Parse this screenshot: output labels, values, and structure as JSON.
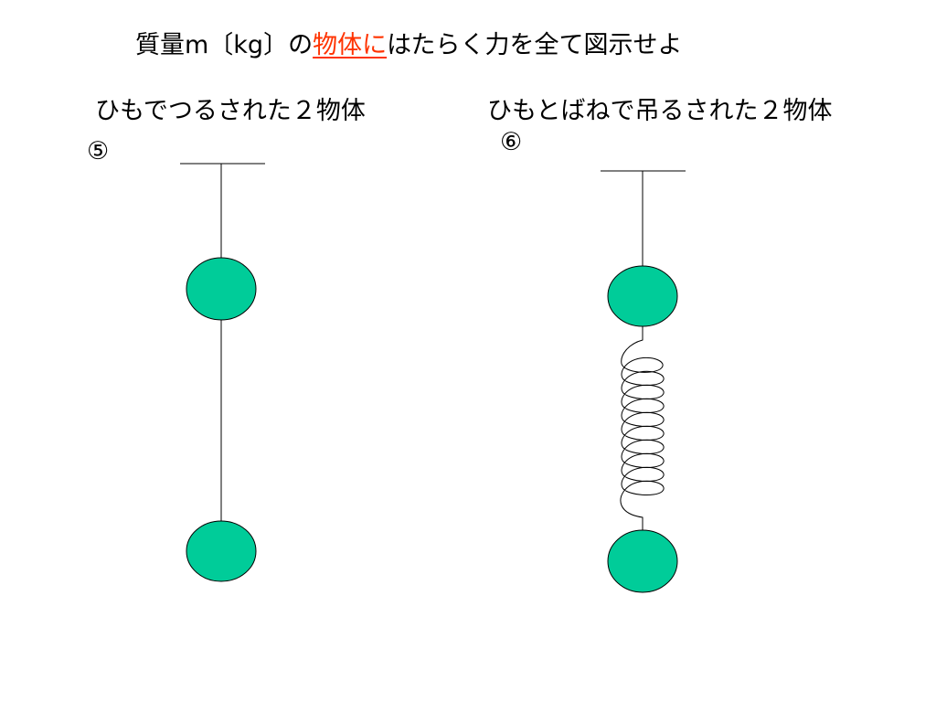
{
  "slide": {
    "title_prefix": "質量m〔kg〕の",
    "title_highlight": "物体に",
    "title_suffix": "はたらく力を全て図示せよ",
    "highlight_color": "#ff3300"
  },
  "left_diagram": {
    "label": "ひもでつるされた２物体",
    "number": "⑤"
  },
  "right_diagram": {
    "label": "ひもとばねで吊るされた２物体",
    "number": "⑥"
  },
  "colors": {
    "ball_fill": "#00cc99",
    "line": "#000000"
  }
}
